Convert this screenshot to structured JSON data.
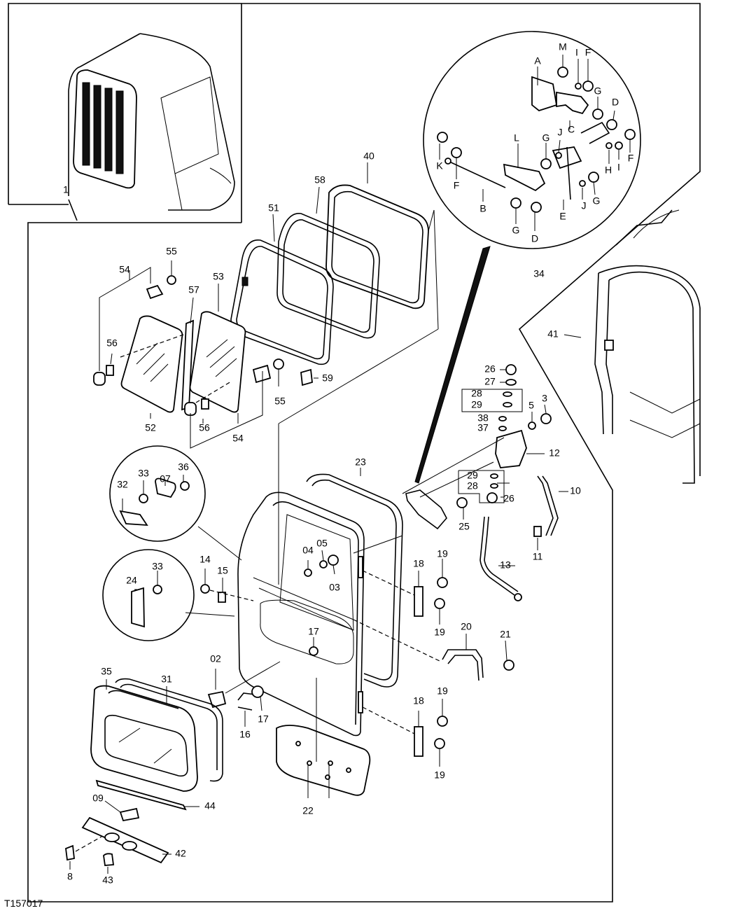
{
  "figure_id": "T157017",
  "callouts": {
    "c1": "1",
    "c3": "3",
    "c5": "5",
    "c8": "8",
    "c10": "10",
    "c11": "11",
    "c12": "12",
    "c13": "13",
    "c14": "14",
    "c15": "15",
    "c16": "16",
    "c17a": "17",
    "c17b": "17",
    "c18a": "18",
    "c18b": "18",
    "c19a": "19",
    "c19b": "19",
    "c19c": "19",
    "c19d": "19",
    "c20": "20",
    "c21": "21",
    "c22": "22",
    "c23": "23",
    "c24": "24",
    "c25": "25",
    "c26a": "26",
    "c26b": "26",
    "c27": "27",
    "c28a": "28",
    "c28b": "28",
    "c29a": "29",
    "c29b": "29",
    "c31": "31",
    "c32": "32",
    "c33a": "33",
    "c33b": "33",
    "c34": "34",
    "c35": "35",
    "c36": "36",
    "c37": "37",
    "c38": "38",
    "c40": "40",
    "c41": "41",
    "c42": "42",
    "c43": "43",
    "c44": "44",
    "c51": "51",
    "c52": "52",
    "c53": "53",
    "c54a": "54",
    "c54b": "54",
    "c55a": "55",
    "c55b": "55",
    "c56a": "56",
    "c56b": "56",
    "c57": "57",
    "c58": "58",
    "c59": "59",
    "c02": "02",
    "c03": "03",
    "c04": "04",
    "c05": "05",
    "c07": "07",
    "c09": "09",
    "lA": "A",
    "lB": "B",
    "lC": "C",
    "lD1": "D",
    "lD2": "D",
    "lE": "E",
    "lF1": "F",
    "lF2": "F",
    "lF3": "F",
    "lG1": "G",
    "lG2": "G",
    "lG3": "G",
    "lG4": "G",
    "lH": "H",
    "lI1": "I",
    "lI2": "I",
    "lJ1": "J",
    "lJ2": "J",
    "lK": "K",
    "lL": "L",
    "lM": "M"
  }
}
